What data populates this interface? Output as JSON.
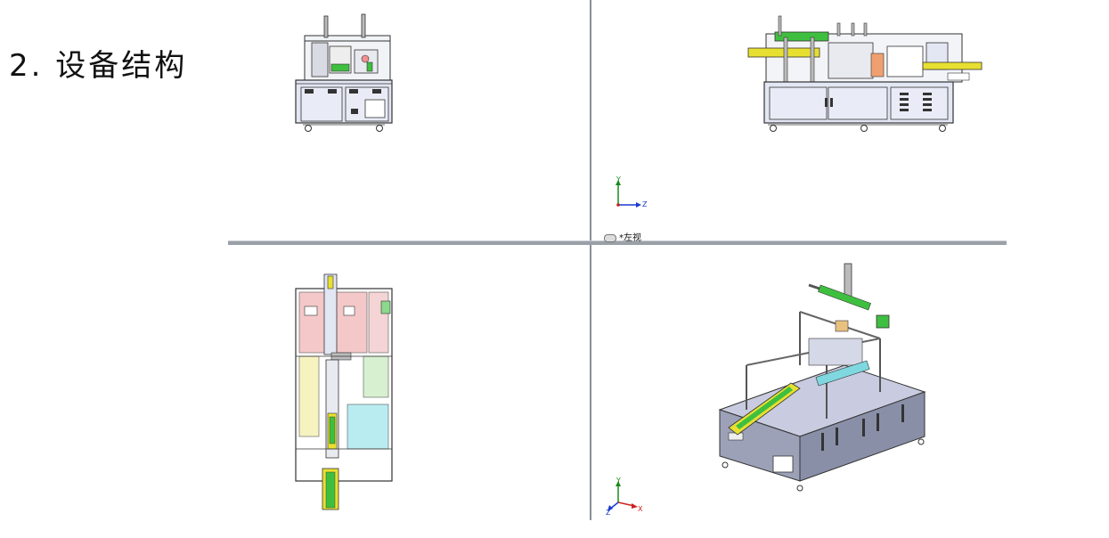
{
  "slide": {
    "title": "2. 设备结构"
  },
  "views": {
    "top_right_label": "*左视"
  },
  "triad": {
    "upper": {
      "x": "Z",
      "y": "Y"
    },
    "lower": {
      "x": "X",
      "y": "Y",
      "z": "Z"
    }
  },
  "colors": {
    "cabinet": "#e3e6f3",
    "frame": "#9aa0b0",
    "green": "#3fbf3f",
    "yellow": "#e8e030",
    "pink": "#f4c8c8",
    "cyan": "#b8ecf0",
    "lightyellow": "#f7f3c0"
  }
}
